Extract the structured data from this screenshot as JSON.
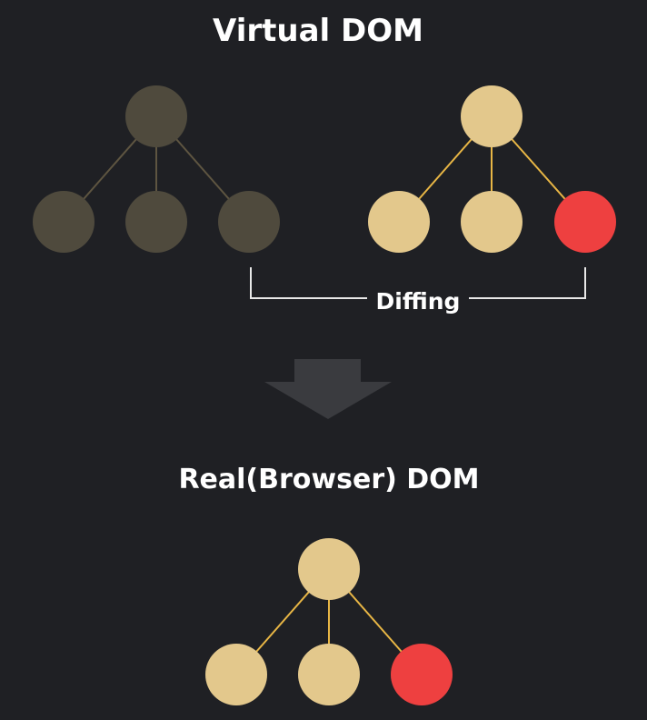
{
  "titles": {
    "virtual": "Virtual DOM",
    "real": "Real(Browser) DOM"
  },
  "diff_label": "Diffing",
  "colors": {
    "background": "#1f2024",
    "old_node": "#4f4a3d",
    "old_edge": "#5e5541",
    "new_node": "#e3c88c",
    "new_edge": "#e8b645",
    "changed_node": "#ee4040",
    "bracket": "#e8e8e8",
    "arrow": "#3a3b3f"
  },
  "trees": [
    {
      "id": "old-virtual-tree",
      "children": [
        "unchanged",
        "unchanged",
        "unchanged"
      ],
      "style": "old"
    },
    {
      "id": "new-virtual-tree",
      "children": [
        "unchanged",
        "unchanged",
        "changed"
      ],
      "style": "new"
    },
    {
      "id": "real-dom-tree",
      "children": [
        "unchanged",
        "unchanged",
        "changed"
      ],
      "style": "new"
    }
  ]
}
